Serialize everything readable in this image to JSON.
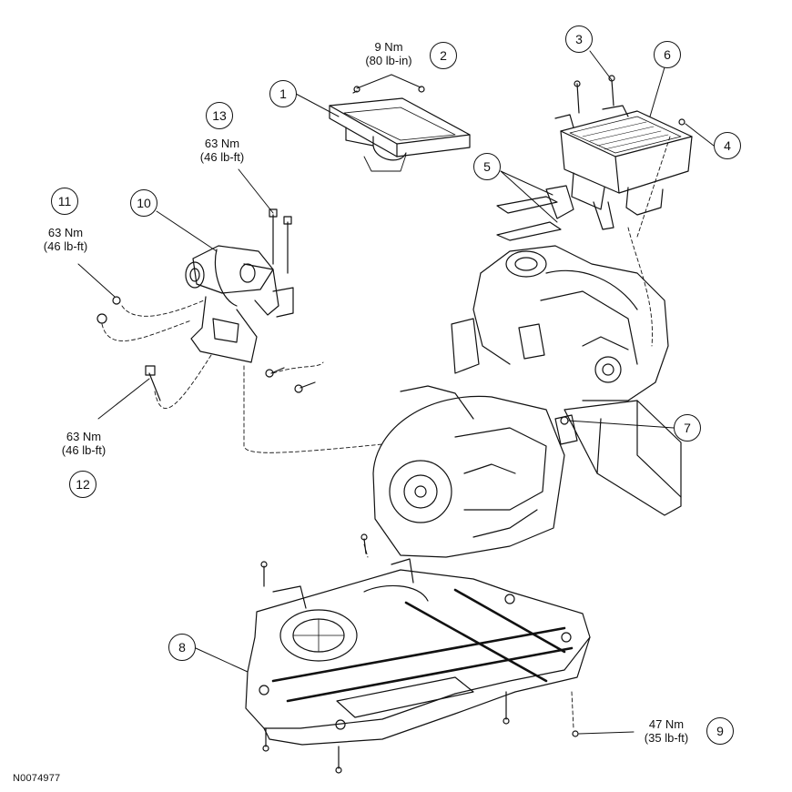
{
  "figure_id": "N0074977",
  "callouts": [
    {
      "number": "1"
    },
    {
      "number": "2",
      "torque_nm": "9 Nm",
      "torque_imperial": "(80 lb-in)"
    },
    {
      "number": "3"
    },
    {
      "number": "4"
    },
    {
      "number": "5"
    },
    {
      "number": "6"
    },
    {
      "number": "7"
    },
    {
      "number": "8"
    },
    {
      "number": "9",
      "torque_nm": "47 Nm",
      "torque_imperial": "(35 lb-ft)"
    },
    {
      "number": "10"
    },
    {
      "number": "11",
      "torque_nm": "63 Nm",
      "torque_imperial": "(46 lb-ft)"
    },
    {
      "number": "12",
      "torque_nm": "63 Nm",
      "torque_imperial": "(46 lb-ft)"
    },
    {
      "number": "13",
      "torque_nm": "63 Nm",
      "torque_imperial": "(46 lb-ft)"
    }
  ],
  "colors": {
    "line": "#111111",
    "background": "#ffffff"
  }
}
